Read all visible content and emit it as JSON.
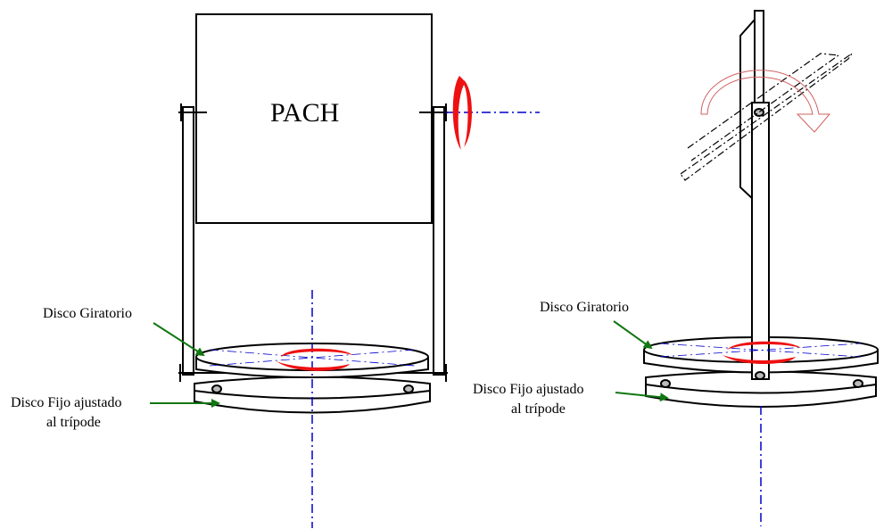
{
  "left_view": {
    "panel_label": "PACH",
    "label_rotating_disc": "Disco Giratorio",
    "label_fixed_disc_line1": "Disco Fijo ajustado",
    "label_fixed_disc_line2": "al trípode"
  },
  "right_view": {
    "label_rotating_disc": "Disco Giratorio",
    "label_fixed_disc_line1": "Disco Fijo ajustado",
    "label_fixed_disc_line2": "al trípode"
  },
  "colors": {
    "axis": "#0000cc",
    "rotation": "#ee1111",
    "pointer": "#117711",
    "rotation_outline": "#d06060"
  }
}
